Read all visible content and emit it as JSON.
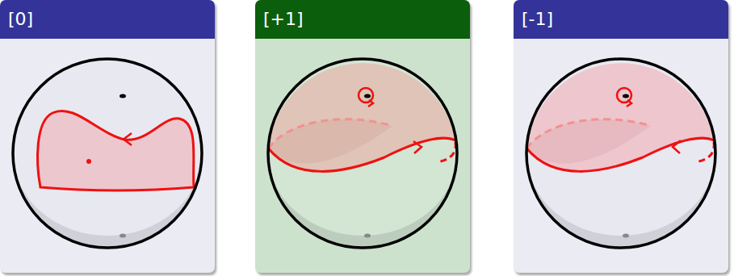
{
  "diagram": {
    "nodes": [
      {
        "text": [
          "[0]"
        ]
      },
      {
        "text": [
          "[+1]"
        ]
      },
      {
        "text": [
          "[-1]"
        ]
      }
    ]
  }
}
